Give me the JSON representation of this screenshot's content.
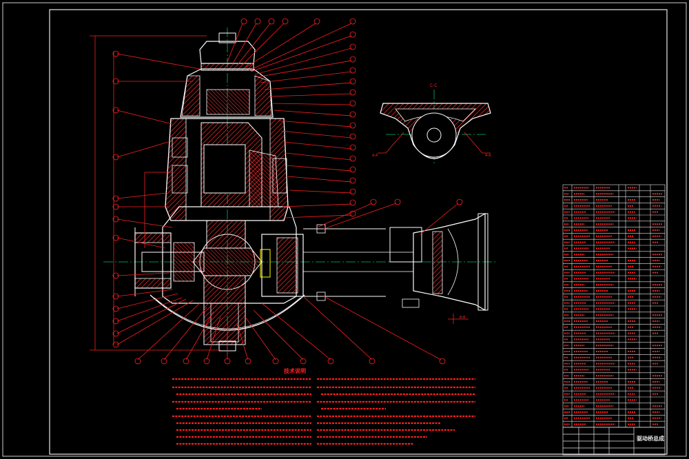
{
  "drawing": {
    "notes_heading": "技术说明",
    "title_block_name": "驱动桥总成",
    "section_label": "C-C",
    "section_callout_left": "A-A",
    "section_callout_right": "A-A",
    "view_label": "B-B",
    "colors": {
      "background": "#000000",
      "outline": "#ffffff",
      "dimension": "#ff2020",
      "centerline": "#00c060",
      "hatch": "#ff3030",
      "highlight": "#ffff00"
    }
  }
}
